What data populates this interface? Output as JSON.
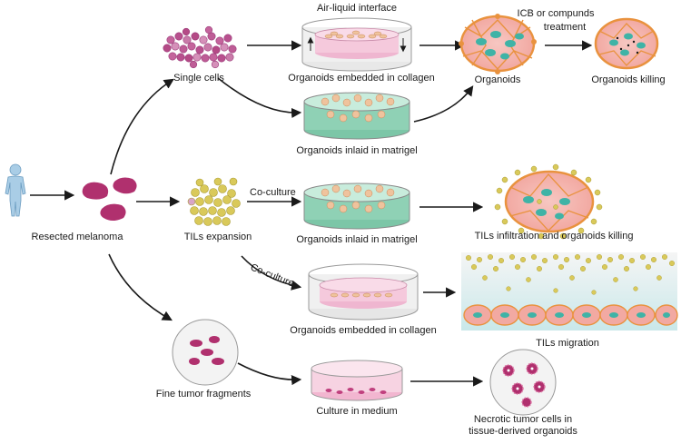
{
  "labels": {
    "air_liquid": "Air-liquid interface",
    "icb": "ICB or compunds",
    "treatment": "treatment",
    "single_cells": "Single cells",
    "organoids_collagen_top": "Organoids embedded in collagen",
    "organoids": "Organoids",
    "organoids_killing": "Organoids killing",
    "organoids_matrigel_top": "Organoids inlaid in matrigel",
    "resected_melanoma": "Resected melanoma",
    "tils_expansion": "TILs expansion",
    "coculture_1": "Co-culture",
    "organoids_matrigel_mid": "Organoids inlaid in matrigel",
    "tils_infiltration": "TILs infiltration and organoids killing",
    "coculture_2": "Co-culture",
    "organoids_collagen_bottom": "Organoids embedded in collagen",
    "tils_migration": "TILs migration",
    "fine_tumor": "Fine tumor fragments",
    "culture_medium": "Culture in medium",
    "necrotic_1": "Necrotic tumor cells in",
    "necrotic_2": "tissue-derived organoids"
  },
  "colors": {
    "arrow": "#1a1a1a",
    "cell_magenta": "#b0306e",
    "collagen_pink": "#efb6d0",
    "matrigel_green": "#8fd1b5",
    "organoid_orange": "#e9923e",
    "organoid_teal": "#3fb3a6",
    "til_yellow": "#d9c95a",
    "dish_gray": "#cfcfcf",
    "human_blue": "#a9cde6"
  },
  "icons": [
    "human-figure-icon",
    "melanoma-tissue-icon",
    "petri-dish-icon",
    "organoid-icon",
    "til-cell-icon"
  ]
}
